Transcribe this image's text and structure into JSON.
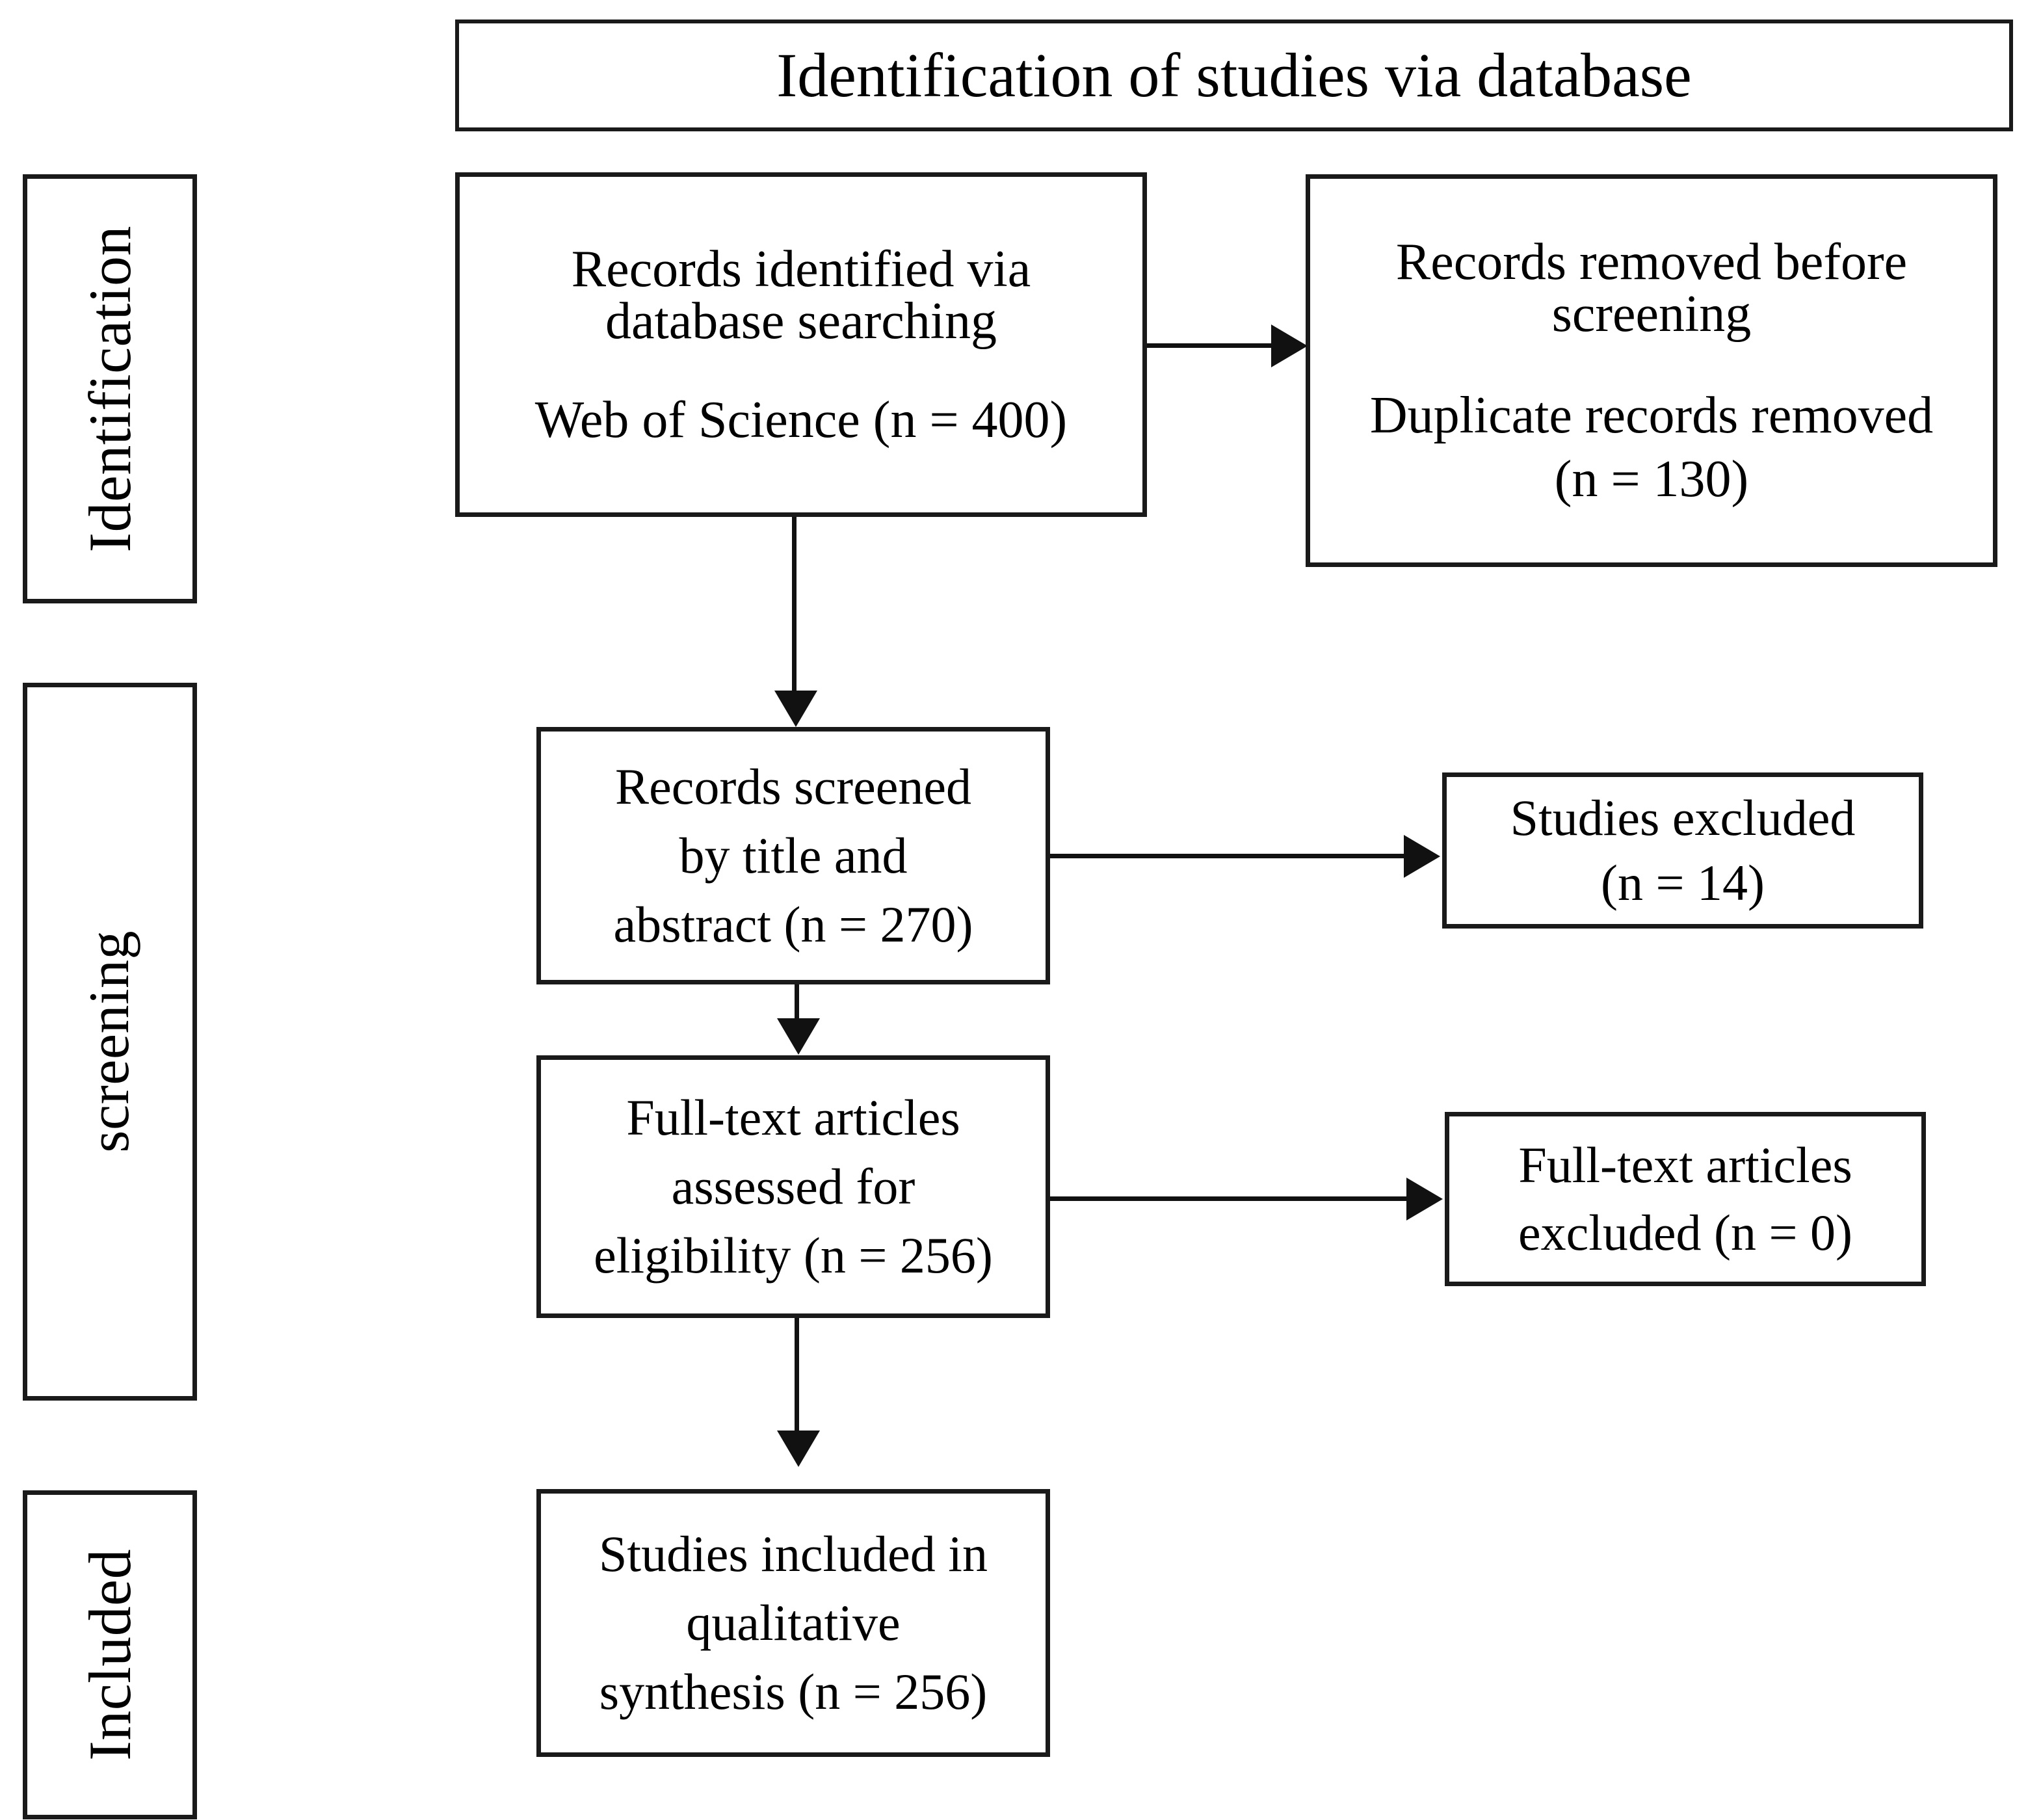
{
  "diagram": {
    "title": "Identification of studies via database",
    "stages": [
      {
        "id": "identification",
        "label": "Identification"
      },
      {
        "id": "screening",
        "label": "screening"
      },
      {
        "id": "included",
        "label": "Included"
      }
    ],
    "boxes": {
      "identified": {
        "name": "records-identified",
        "lines": [
          "Records identified via",
          "database searching",
          "Web of Science (n = 400)"
        ],
        "count": 400,
        "source": "Web of Science"
      },
      "removed": {
        "name": "records-removed-before-screening",
        "lines": [
          "Records removed before",
          "screening",
          "Duplicate records removed",
          "(n = 130)"
        ],
        "count": 130
      },
      "screened": {
        "name": "records-screened",
        "lines": [
          "Records screened",
          "by title and",
          "abstract (n = 270)"
        ],
        "count": 270
      },
      "excluded": {
        "name": "studies-excluded",
        "lines": [
          "Studies excluded",
          "(n = 14)"
        ],
        "count": 14
      },
      "fulltext": {
        "name": "full-text-assessed",
        "lines": [
          "Full-text articles",
          "assessed for",
          "eligibility (n = 256)"
        ],
        "count": 256
      },
      "fulltext_excluded": {
        "name": "full-text-excluded",
        "lines": [
          "Full-text articles",
          "excluded (n = 0)"
        ],
        "count": 0
      },
      "included": {
        "name": "studies-included",
        "lines": [
          "Studies included in",
          "qualitative",
          "synthesis (n = 256)"
        ],
        "count": 256
      }
    },
    "connectors": [
      {
        "from": "identified",
        "to": "screened",
        "direction": "down"
      },
      {
        "from": "identified",
        "to": "removed",
        "direction": "right"
      },
      {
        "from": "screened",
        "to": "excluded",
        "direction": "right"
      },
      {
        "from": "screened",
        "to": "fulltext",
        "direction": "down"
      },
      {
        "from": "fulltext",
        "to": "fulltext_excluded",
        "direction": "right"
      },
      {
        "from": "fulltext",
        "to": "included",
        "direction": "down"
      }
    ],
    "colors": {
      "border": "#1a1a1a",
      "line": "#111111",
      "background": "#ffffff",
      "text": "#000000"
    }
  }
}
